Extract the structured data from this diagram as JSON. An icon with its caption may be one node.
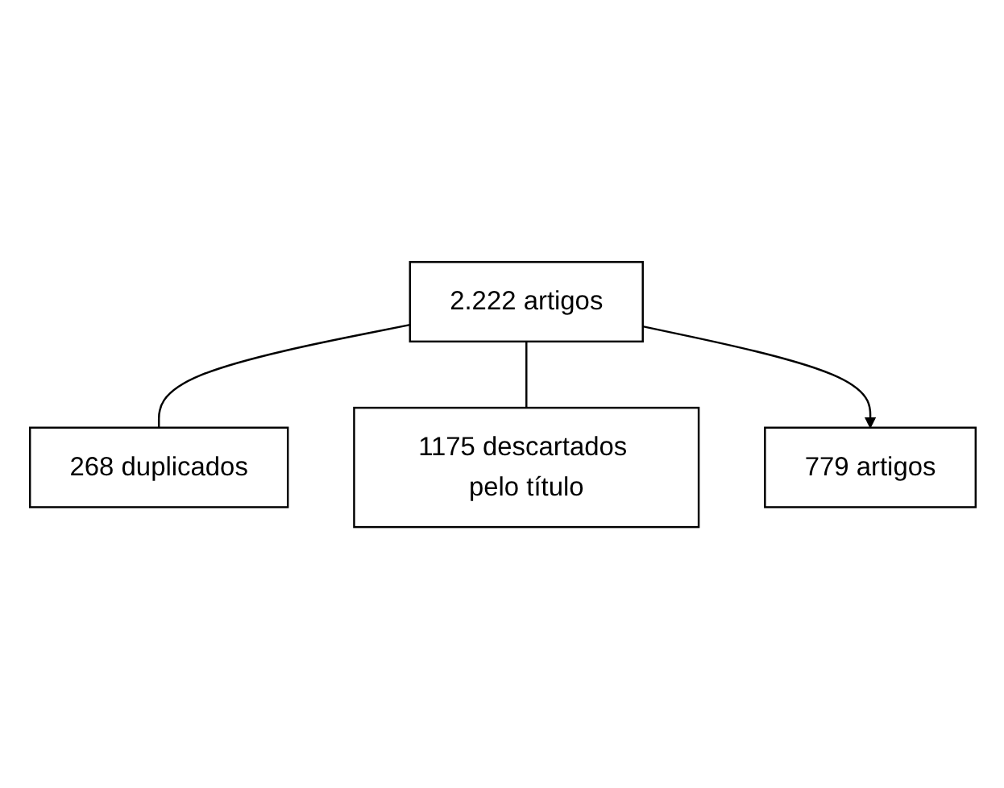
{
  "diagram": {
    "nodes": [
      {
        "text": [
          "2.222 artigos"
        ]
      },
      {
        "text": [
          "268 duplicados"
        ]
      },
      {
        "text": [
          "1175 descartados pelo título"
        ]
      },
      {
        "text": [
          "779 artigos"
        ]
      }
    ],
    "edges": [
      {
        "from": 0,
        "to": 1,
        "arrow": "none"
      },
      {
        "from": 0,
        "to": 2,
        "arrow": "none"
      },
      {
        "from": 0,
        "to": 3,
        "arrow": "to"
      }
    ]
  }
}
